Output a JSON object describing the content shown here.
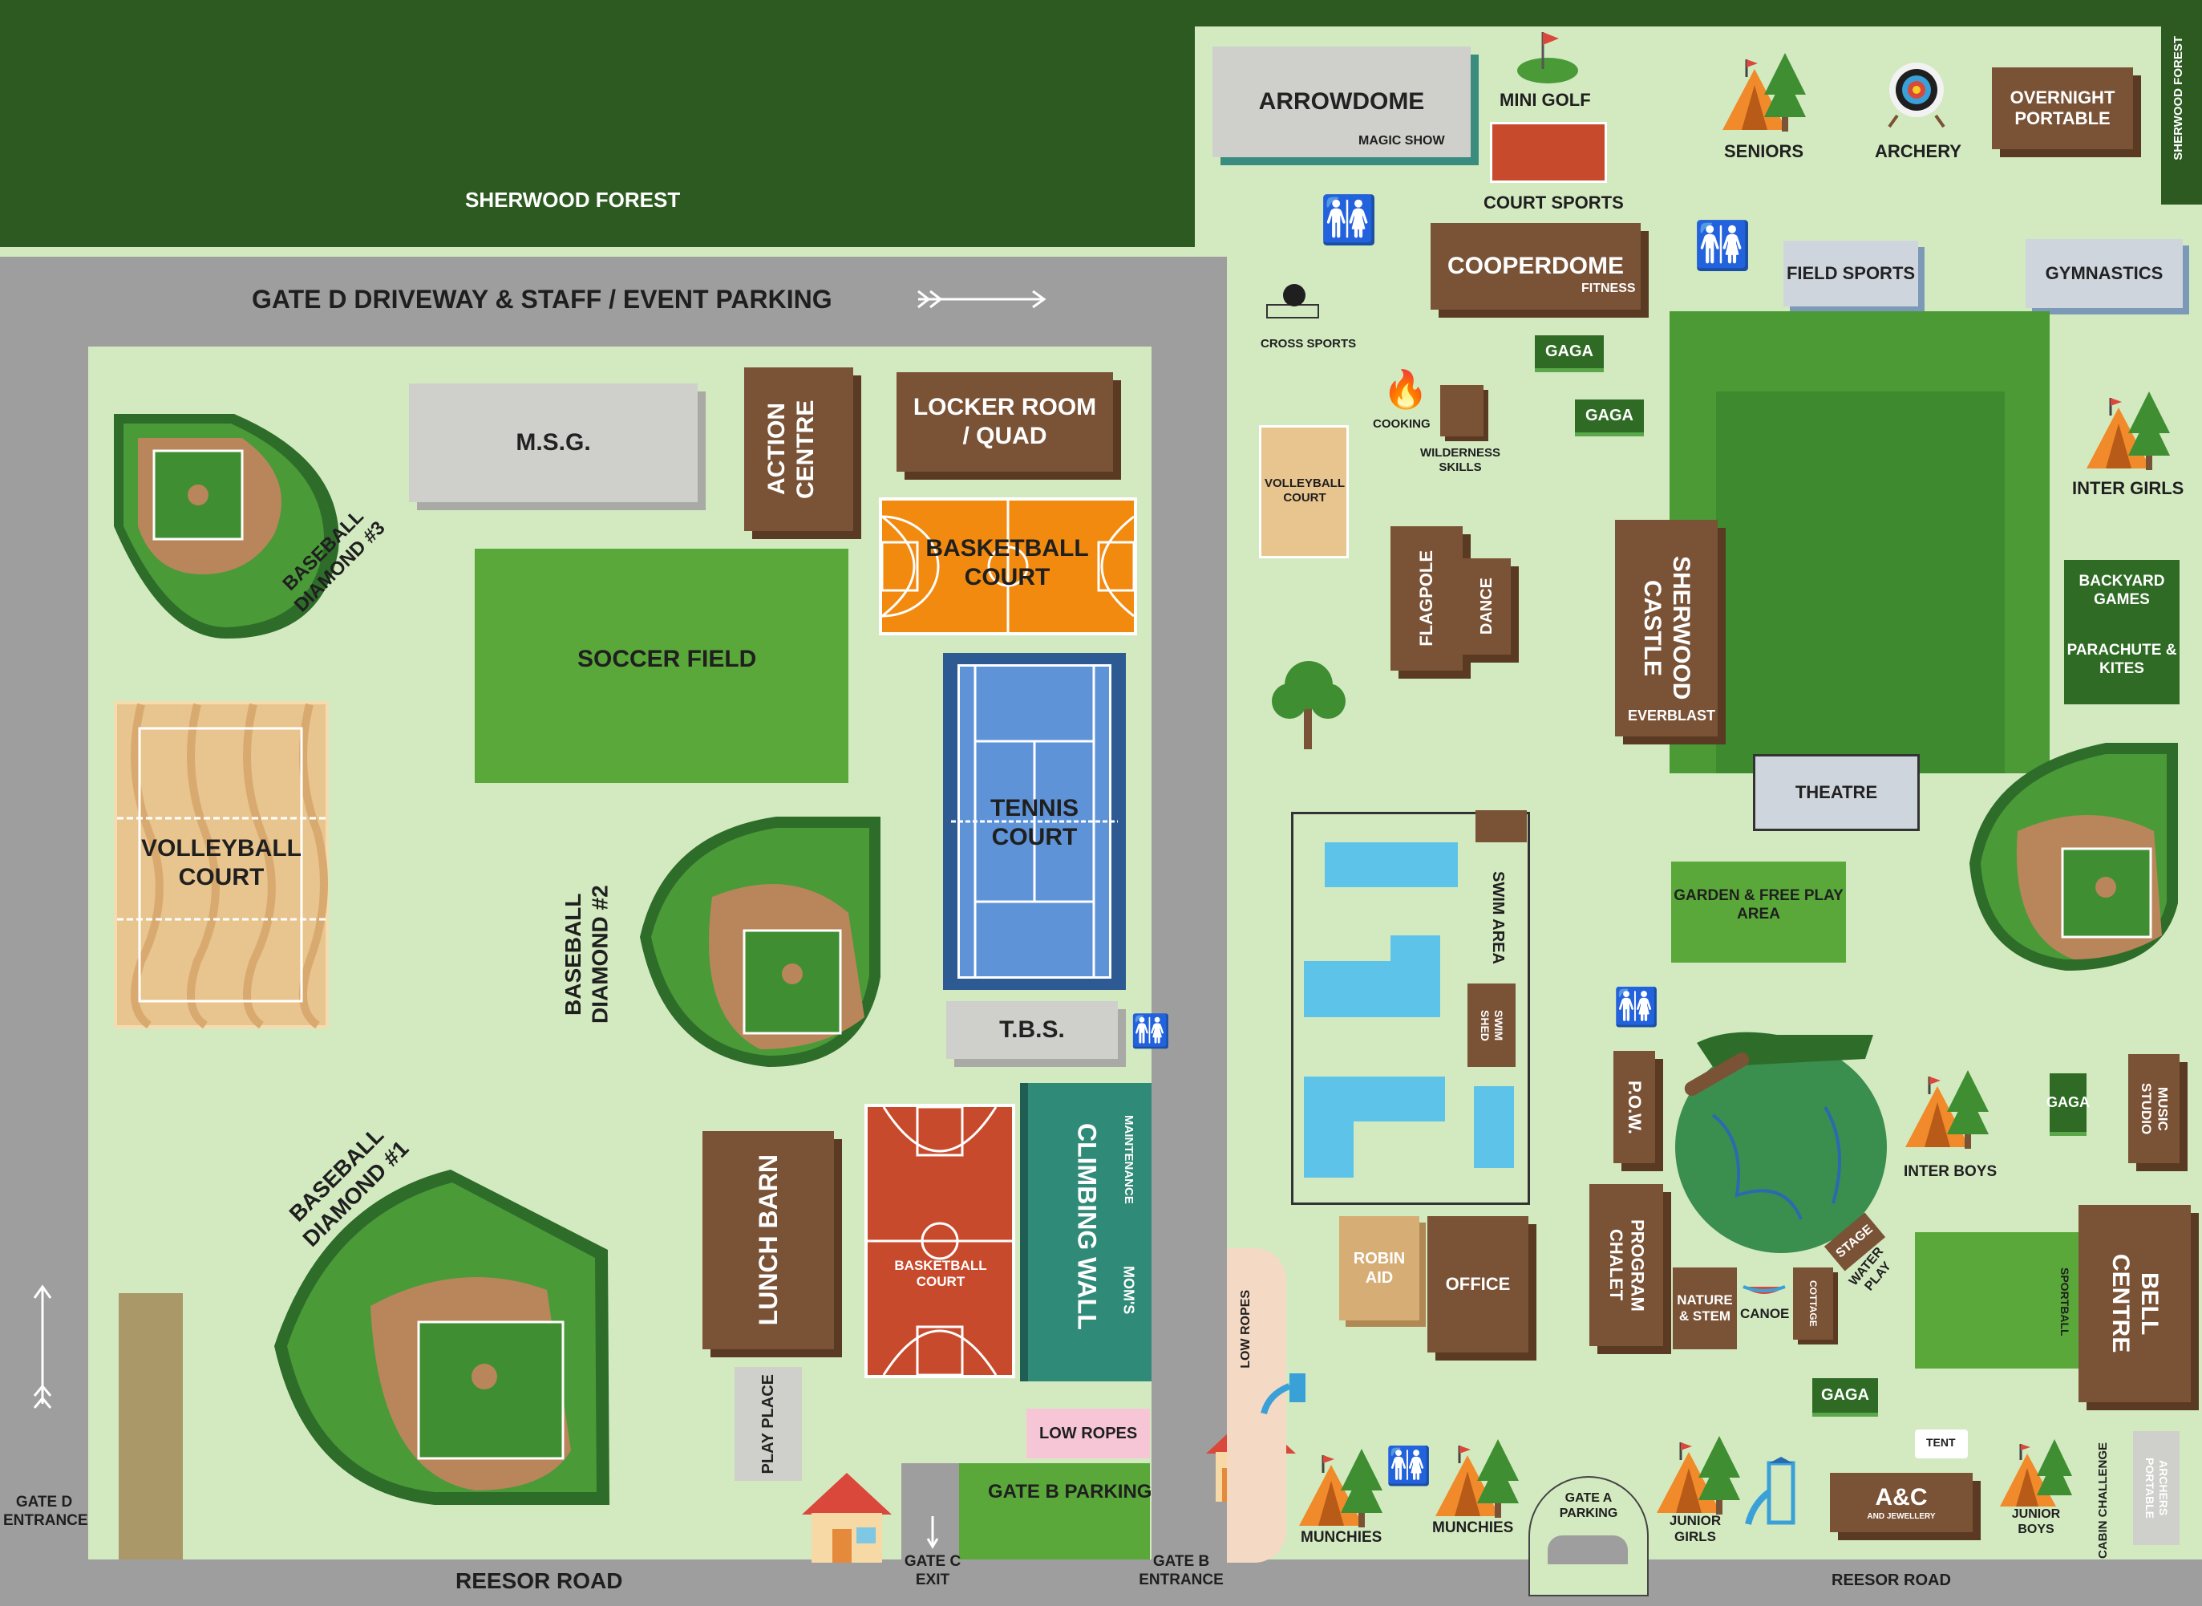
{
  "labels": {
    "sherwood_forest": "SHERWOOD FOREST",
    "sherwood_forest_side": "SHERWOOD FOREST",
    "gate_d_driveway": "GATE D DRIVEWAY & STAFF / EVENT PARKING",
    "msg": "M.S.G.",
    "action_centre": "ACTION CENTRE",
    "locker_room": "LOCKER ROOM / QUAD",
    "basketball_court_main": "BASKETBALL COURT",
    "soccer_field": "SOCCER FIELD",
    "baseball_diamond_3": "BASEBALL DIAMOND #3",
    "baseball_diamond_2": "BASEBALL DIAMOND #2",
    "baseball_diamond_1": "BASEBALL DIAMOND #1",
    "volleyball_court": "VOLLEYBALL COURT",
    "tennis_court": "TENNIS COURT",
    "tbs": "T.B.S.",
    "lunch_barn": "LUNCH BARN",
    "basketball_court_small": "BASKETBALL COURT",
    "climbing_wall": "CLIMBING WALL",
    "maintenance": "MAINTENANCE",
    "moms": "MOM'S",
    "low_ropes": "LOW ROPES",
    "low_ropes_vertical": "LOW ROPES",
    "play_place": "PLAY PLACE",
    "gate_b_parking": "GATE B PARKING",
    "gate_d_entrance": "GATE D ENTRANCE",
    "reesor_road_left": "REESOR ROAD",
    "reesor_road_right": "REESOR ROAD",
    "gate_c_exit": "GATE C EXIT",
    "gate_b_entrance": "GATE B ENTRANCE",
    "arrowdome": "ARROWDOME",
    "magic_show": "MAGIC SHOW",
    "mini_golf": "MINI GOLF",
    "court_sports": "COURT SPORTS",
    "seniors": "SENIORS",
    "archery": "ARCHERY",
    "overnight_portable": "OVERNIGHT PORTABLE",
    "cooperdome": "COOPERDOME",
    "fitness": "FITNESS",
    "field_sports": "FIELD SPORTS",
    "gymnastics": "GYMNASTICS",
    "cross_sports": "CROSS SPORTS",
    "gaga": "GAGA",
    "cooking": "COOKING",
    "wilderness_skills": "WILDERNESS SKILLS",
    "inter_girls": "INTER GIRLS",
    "volleyball_court_small": "VOLLEYBALL COURT",
    "flagpole": "FLAGPOLE",
    "dance": "DANCE",
    "sherwood_castle": "SHERWOOD CASTLE",
    "everblast": "EVERBLAST",
    "backyard_games": "BACKYARD GAMES",
    "parachute_kites": "PARACHUTE & KITES",
    "theatre": "THEATRE",
    "swim_area": "SWIM AREA",
    "swim_shed": "SWIM SHED",
    "garden": "GARDEN & FREE PLAY AREA",
    "pow": "P.O.W.",
    "music_studio": "MUSIC STUDIO",
    "inter_boys": "INTER BOYS",
    "robin_aid": "ROBIN AID",
    "office": "OFFICE",
    "program_chalet": "PROGRAM CHALET",
    "nature_stem": "NATURE & STEM",
    "canoe": "CANOE",
    "cottage": "COTTAGE",
    "stage": "STAGE",
    "water_play": "WATER PLAY",
    "bell_centre": "BELL CENTRE",
    "sportball": "SPORTBALL",
    "tent": "TENT",
    "munchies_1": "MUNCHIES",
    "munchies_2": "MUNCHIES",
    "gate_a_parking": "GATE A PARKING",
    "junior_girls": "JUNIOR GIRLS",
    "a_and_c": "A&C",
    "and_jewellery": "AND JEWELLERY",
    "junior_boys": "JUNIOR BOYS",
    "cabin_challenge": "CABIN CHALLENGE",
    "archers_portable": "ARCHERS PORTABLE"
  },
  "icons": [
    "washroom-icon",
    "tent-icon",
    "tree-icon",
    "archery-target-icon",
    "golf-flag-icon",
    "campfire-icon",
    "volleyball-icon",
    "house-icon",
    "slide-icon",
    "arrow-icon",
    "earth-globe-icon",
    "canoe-icon"
  ],
  "colors": {
    "forest": "#2d5a21",
    "road": "#9e9e9e",
    "grass": "#d3eac1",
    "field_green": "#5aa83a",
    "building_brown": "#7a5236",
    "basketball_orange": "#f28a10",
    "tennis_blue": "#5e93d8",
    "climbing_teal": "#2f8a78",
    "low_ropes_pink": "#f7c6d6"
  }
}
